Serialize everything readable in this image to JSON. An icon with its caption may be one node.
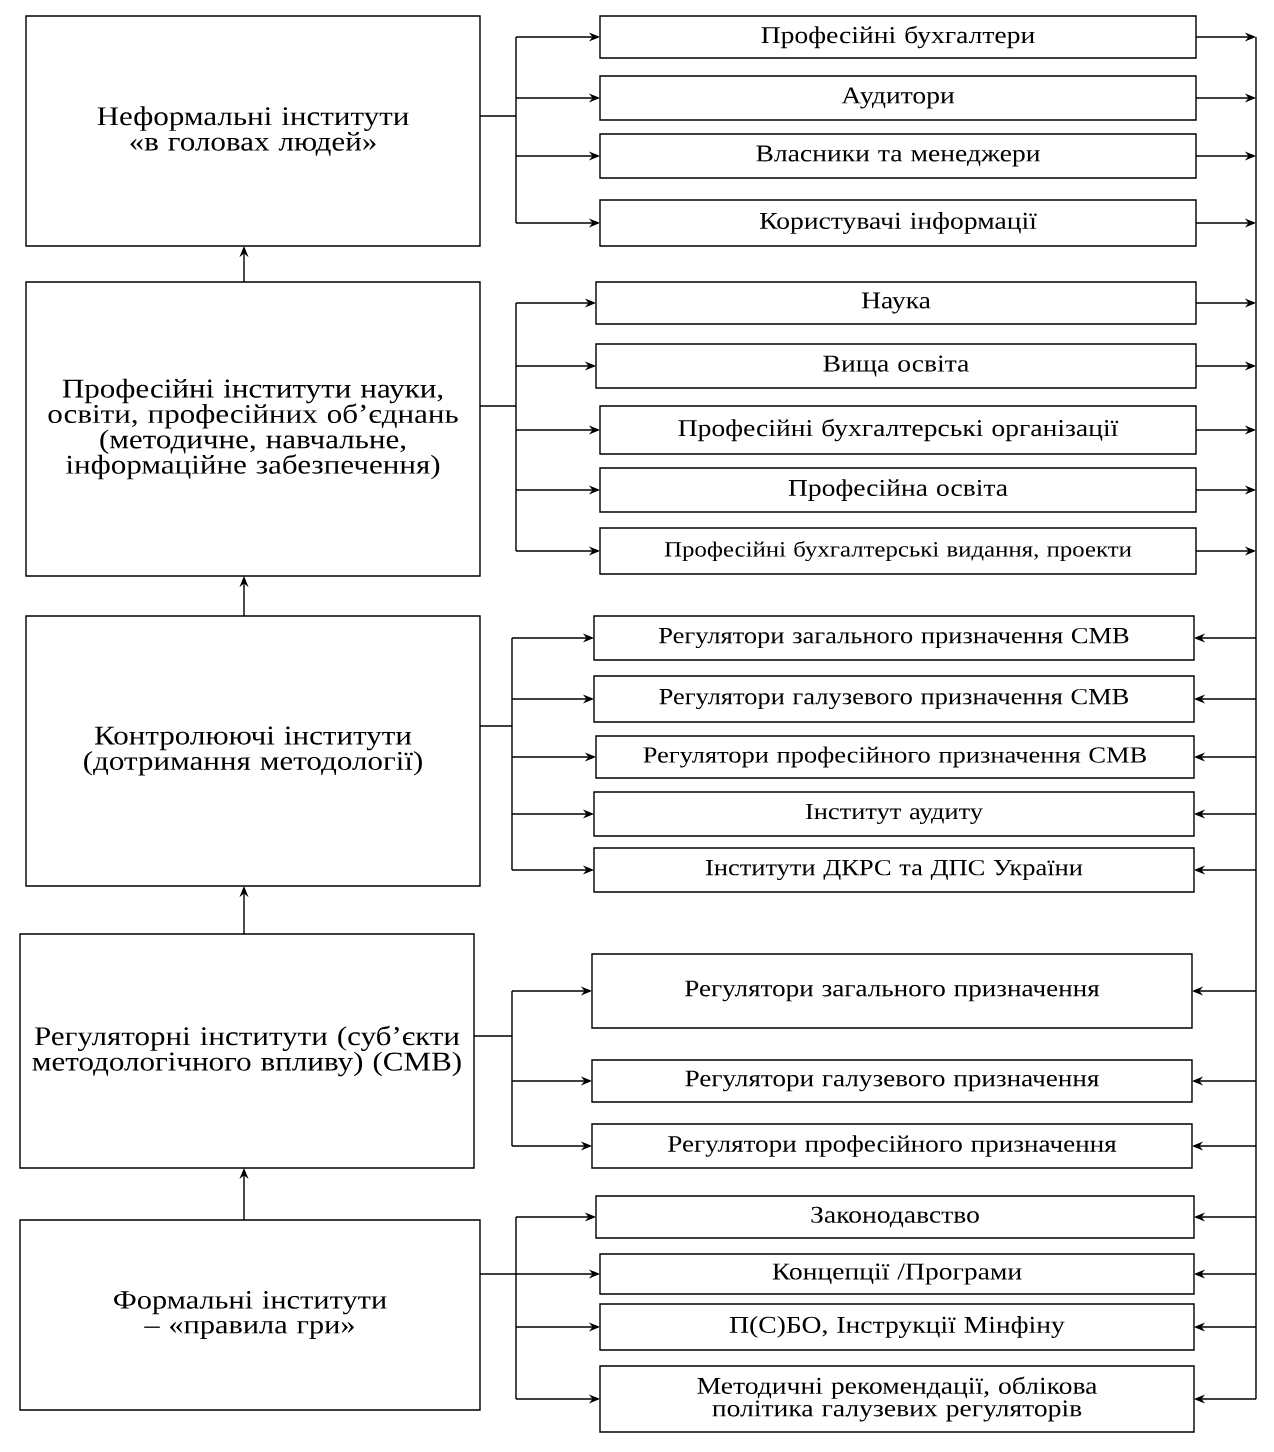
{
  "diagram": {
    "nodes": [
      {
        "text": [
          "Неформальні інститути «в головах людей»"
        ]
      },
      {
        "text": [
          "Професійні бухгалтери"
        ]
      },
      {
        "text": [
          "Аудитори"
        ]
      },
      {
        "text": [
          "Власники та менеджери"
        ]
      },
      {
        "text": [
          "Користувачі інформації"
        ]
      },
      {
        "text": [
          "Професійні інститути науки, освіти, професійних об’єднань (методичне, навчальне, інформаційне забезпечення)"
        ]
      },
      {
        "text": [
          "Наука"
        ]
      },
      {
        "text": [
          "Вища освіта"
        ]
      },
      {
        "text": [
          "Професійні бухгалтерські організації"
        ]
      },
      {
        "text": [
          "Професійна освіта"
        ]
      },
      {
        "text": [
          "Професійні бухгалтерські видання, проекти"
        ]
      },
      {
        "text": [
          "Контролюючі інститути (дотримання методології)"
        ]
      },
      {
        "text": [
          "Регулятори загального призначення СМВ"
        ]
      },
      {
        "text": [
          "Регулятори галузевого призначення СМВ"
        ]
      },
      {
        "text": [
          "Регулятори професійного призначення СМВ"
        ]
      },
      {
        "text": [
          "Інститут аудиту"
        ]
      },
      {
        "text": [
          "Інститути ДКРС та ДПС України"
        ]
      },
      {
        "text": [
          "Регуляторні інститути (суб’єкти методологічного впливу) (СМВ)"
        ]
      },
      {
        "text": [
          "Регулятори загального призначення"
        ]
      },
      {
        "text": [
          "Регулятори галузевого призначення"
        ]
      },
      {
        "text": [
          "Регулятори професійного призначення"
        ]
      },
      {
        "text": [
          "Формальні інститути – «правила гри»"
        ]
      },
      {
        "text": [
          "Законодавство"
        ]
      },
      {
        "text": [
          "Концепції /Програми"
        ]
      },
      {
        "text": [
          "П(С)БО, Інструкції Мінфіну"
        ]
      },
      {
        "text": [
          "Методичні рекомендації, облікова політика галузевих регуляторів"
        ]
      }
    ],
    "edges": [
      {
        "from": 0,
        "to": 1,
        "arrow": "to"
      },
      {
        "from": 0,
        "to": 2,
        "arrow": "to"
      },
      {
        "from": 0,
        "to": 3,
        "arrow": "to"
      },
      {
        "from": 0,
        "to": 4,
        "arrow": "to"
      },
      {
        "from": 5,
        "to": 6,
        "arrow": "to"
      },
      {
        "from": 5,
        "to": 7,
        "arrow": "to"
      },
      {
        "from": 5,
        "to": 8,
        "arrow": "to"
      },
      {
        "from": 5,
        "to": 9,
        "arrow": "to"
      },
      {
        "from": 5,
        "to": 10,
        "arrow": "to"
      },
      {
        "from": 11,
        "to": 12,
        "arrow": "to"
      },
      {
        "from": 11,
        "to": 13,
        "arrow": "to"
      },
      {
        "from": 11,
        "to": 14,
        "arrow": "to"
      },
      {
        "from": 11,
        "to": 15,
        "arrow": "to"
      },
      {
        "from": 11,
        "to": 16,
        "arrow": "to"
      },
      {
        "from": 17,
        "to": 18,
        "arrow": "to"
      },
      {
        "from": 17,
        "to": 19,
        "arrow": "to"
      },
      {
        "from": 17,
        "to": 20,
        "arrow": "to"
      },
      {
        "from": 21,
        "to": 22,
        "arrow": "to"
      },
      {
        "from": 21,
        "to": 23,
        "arrow": "to"
      },
      {
        "from": 21,
        "to": 24,
        "arrow": "to"
      },
      {
        "from": 21,
        "to": 25,
        "arrow": "to"
      },
      {
        "from": 21,
        "to": 17,
        "arrow": "to"
      },
      {
        "from": 17,
        "to": 11,
        "arrow": "to"
      },
      {
        "from": 11,
        "to": 5,
        "arrow": "to"
      },
      {
        "from": 5,
        "to": 0,
        "arrow": "to"
      },
      {
        "from": 1,
        "to": null,
        "arrow": "to"
      },
      {
        "from": 2,
        "to": null,
        "arrow": "to"
      },
      {
        "from": 3,
        "to": null,
        "arrow": "to"
      },
      {
        "from": 4,
        "to": null,
        "arrow": "to"
      },
      {
        "from": 6,
        "to": null,
        "arrow": "to"
      },
      {
        "from": 7,
        "to": null,
        "arrow": "to"
      },
      {
        "from": 8,
        "to": null,
        "arrow": "to"
      },
      {
        "from": 9,
        "to": null,
        "arrow": "to"
      },
      {
        "from": 10,
        "to": null,
        "arrow": "to"
      },
      {
        "from": null,
        "to": 12,
        "arrow": "to"
      },
      {
        "from": null,
        "to": 13,
        "arrow": "to"
      },
      {
        "from": null,
        "to": 14,
        "arrow": "to"
      },
      {
        "from": null,
        "to": 15,
        "arrow": "to"
      },
      {
        "from": null,
        "to": 16,
        "arrow": "to"
      },
      {
        "from": null,
        "to": 18,
        "arrow": "to"
      },
      {
        "from": null,
        "to": 19,
        "arrow": "to"
      },
      {
        "from": null,
        "to": 20,
        "arrow": "to"
      },
      {
        "from": null,
        "to": 22,
        "arrow": "to"
      },
      {
        "from": null,
        "to": 23,
        "arrow": "to"
      },
      {
        "from": null,
        "to": 24,
        "arrow": "to"
      },
      {
        "from": null,
        "to": 25,
        "arrow": "to"
      }
    ]
  }
}
